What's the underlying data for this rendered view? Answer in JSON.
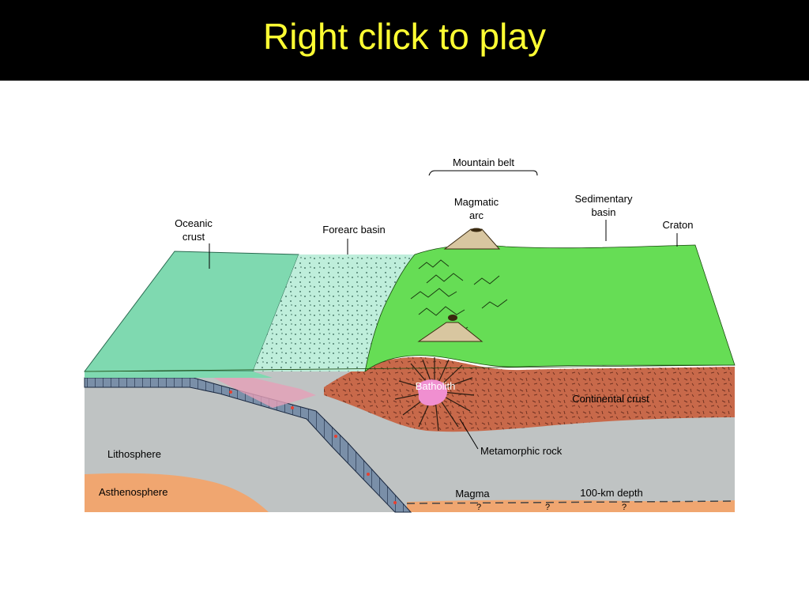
{
  "header": {
    "title": "Right click to play"
  },
  "colors": {
    "header_bg": "#000000",
    "title_color": "#ffff33",
    "oceanic_crust": "#7fd9b0",
    "forearc_basin": "#bfeedb",
    "continent_surface": "#66dd55",
    "continental_crust": "#c8694a",
    "lithosphere": "#bfc3c3",
    "asthenosphere": "#f0a670",
    "batholith": "#f08fd0",
    "subducting_slab": "#7a8fa8"
  },
  "labels": {
    "mountain_belt": "Mountain belt",
    "magmatic_arc_line1": "Magmatic",
    "magmatic_arc_line2": "arc",
    "sedimentary_basin_line1": "Sedimentary",
    "sedimentary_basin_line2": "basin",
    "craton": "Craton",
    "oceanic_crust_line1": "Oceanic",
    "oceanic_crust_line2": "crust",
    "forearc_basin": "Forearc basin",
    "batholith": "Batholith",
    "continental_crust": "Continental  crust",
    "lithosphere": "Lithosphere",
    "metamorphic_rock": "Metamorphic rock",
    "asthenosphere": "Asthenosphere",
    "magma": "Magma",
    "depth": "100-km depth",
    "question_mark": "?"
  }
}
